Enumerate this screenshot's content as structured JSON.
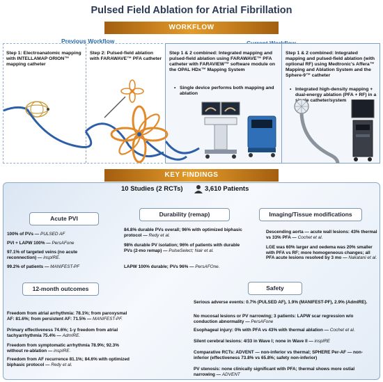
{
  "title": "Pulsed Field Ablation for Atrial Fibrillation",
  "workflow": {
    "banner": "WORKFLOW",
    "previous_label": "Previous Workflow",
    "current_label": "Current Workflow",
    "steps": {
      "prev1": "Step 1: Electroanatomic mapping with INTELLAMAP ORION™ mapping catheter",
      "prev2": "Step 2: Pulsed-field ablation with FARAWAVE™ PFA catheter",
      "cur1": "Step 1 & 2 combined: Integrated mapping and pulsed-field ablation using FARAWAVE™ PFA catheter with FARAVIEW™ software module on the OPAL HDx™ Mapping System",
      "cur1_bullet": "Single device performs both mapping and ablation",
      "cur2": "Step 1 & 2 combined: Integrated mapping and pulsed-field ablation (with optional RF) using Medtronic's Affera™ Mapping and Ablation System and the Sphere-9™ catheter",
      "cur2_bullet": "Integrated high-density mapping + dual-energy ablation (PFA + RF) in a single catheter/system"
    }
  },
  "key_findings": {
    "banner": "KEY FINDINGS",
    "studies": "10 Studies (2 RCTs)",
    "patients": "3,610 Patients",
    "acute_pvi": {
      "title": "Acute PVI",
      "items": [
        {
          "text": "100% of PVs — ",
          "cite": "PULSED AF"
        },
        {
          "text": "PVI + LAPW 100% — ",
          "cite": "PersAFone"
        },
        {
          "text": "97.1% of targeted veins (no acute reconnection) — ",
          "cite": "inspIRE."
        },
        {
          "text": "99.2% of patients — ",
          "cite": "MANIFEST-PF"
        }
      ]
    },
    "durability": {
      "title": "Durability (remap)",
      "items": [
        {
          "text": "84.8% durable PVs overall; 96% with optimized biphasic protocol — ",
          "cite": "Redy et al."
        },
        {
          "text": "98% durable PV isolation; 96% of patients with durable PVs (2-mo remap) — ",
          "cite": "PulseSelect; Nair et al."
        },
        {
          "text": "LAPW 100% durable; PVs 96% — ",
          "cite": "PersAFOne."
        }
      ]
    },
    "imaging": {
      "title": "Imaging/Tissue modifications",
      "items": [
        {
          "text": "Descending aorta — acute wall lesions: 43% thermal vs 33% PFA — ",
          "cite": "Cochet et al."
        },
        {
          "text": "LGE was 60% larger and oedema was 20% smaller with PFA vs RF; more homogeneous changes; all PFA acute lesions resolved by 3 mo — ",
          "cite": "Nakatani et al."
        }
      ]
    },
    "outcomes": {
      "title": "12-month outcomes",
      "items": [
        {
          "text": "Freedom from atrial arrhythmia: 78.1%; from paroxysmal AF: 81.6%; from persistent AF: 71.5% — ",
          "cite": "MANIFEST-PF."
        },
        {
          "text": "Primary effectiveness 74.6%; 1-y freedom from atrial tachyarrhythmia 75.4% — ",
          "cite": "AdmIRE."
        },
        {
          "text": "Freedom from symptomatic arrhythmia 78.9%; 92.3% without re-ablation — ",
          "cite": "inspIRE."
        },
        {
          "text": "Freedom from AF recurrence 81.1%; 84.6% with optimized biphasic protocol — ",
          "cite": "Redy et al."
        }
      ]
    },
    "safety": {
      "title": "Safety",
      "items": [
        {
          "text": "Serious adverse events: 0.7% (PULSED AF), 1.9% (MANIFEST-PF), 2.9% (AdmIRE).",
          "cite": ""
        },
        {
          "text": "No mucosal lesions or PV narrowing; 3 patients: LAPW scar regression w/o conduction abnormality — ",
          "cite": "PersAFone"
        },
        {
          "text": "Esophageal injury: 0% with PFA vs 43% with thermal ablation — ",
          "cite": "Cochet et al."
        },
        {
          "text": "Silent cerebral lesions: 4/33 in Wave I; none in Wave II — ",
          "cite": "inspIRE"
        },
        {
          "text": "Comparative RCTs: ADVENT — non-inferior vs thermal; SPHERE Per-AF — non-inferior (effectiveness 73.8% vs 65.8%; safety non-inferior)",
          "cite": ""
        },
        {
          "text": "PV stenosis: none clinically significant with PFA; thermal shows more ostial narrowing — ",
          "cite": "ADVENT"
        }
      ]
    }
  },
  "colors": {
    "banner": "#d68a22",
    "accent_blue": "#2f6ea8",
    "catheter_blue": "#2c5fa8",
    "petal_orange": "#e28a2a"
  }
}
